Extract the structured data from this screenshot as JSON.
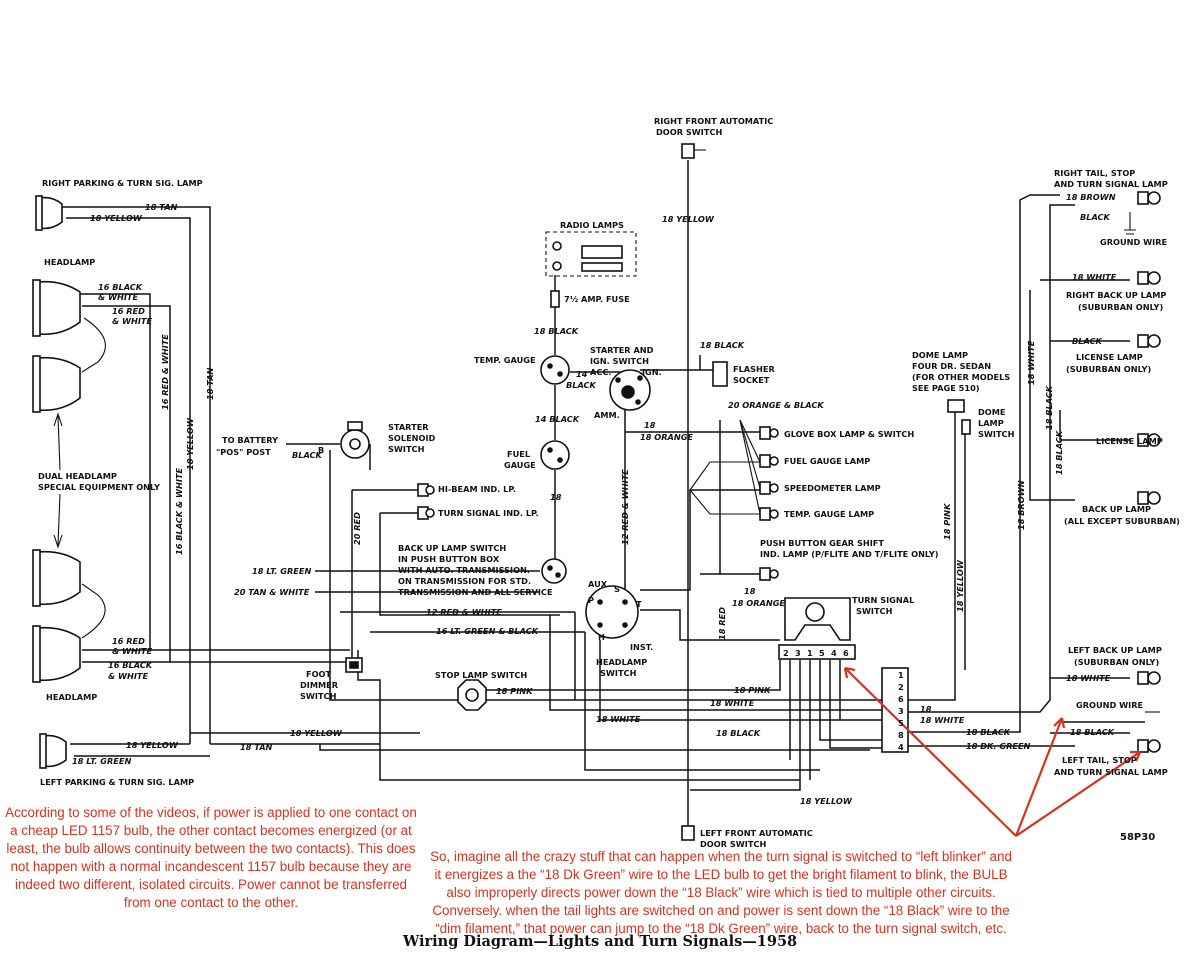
{
  "title": "Wiring Diagram—Lights and Turn Signals—1958",
  "figure_code": "58P30",
  "annotations": {
    "left": "According to some of the videos, if power is applied to one contact on a cheap LED 1157 bulb, the other contact becomes energized (or at least, the bulb allows continuity between the two contacts).  This does not happen with a normal incandescent 1157 bulb because they are indeed two different, isolated circuits.  Power cannot be transferred from one contact to the other.",
    "bottom": "So, imagine all the crazy stuff that can happen when the turn signal is switched to “left blinker” and it energizes a the “18 Dk Green” wire to the LED bulb to get the bright filament to blink, the BULB also improperly directs power down the “18 Black” wire which is tied to multiple other circuits. Conversely. when the tail lights are switched on and power is sent down the  “18 Black” wire to the “dim filament,” that power can jump to the “18 Dk Green” wire, back to the turn signal switch, etc."
  },
  "components": {
    "right_parking": "RIGHT PARKING & TURN SIG. LAMP",
    "headlamp_top": "HEADLAMP",
    "dual_headlamp_1": "DUAL HEADLAMP",
    "dual_headlamp_2": "SPECIAL EQUIPMENT ONLY",
    "headlamp_bottom": "HEADLAMP",
    "left_parking": "LEFT PARKING & TURN SIG. LAMP",
    "to_battery_1": "TO BATTERY",
    "to_battery_2": "\"POS\" POST",
    "starter_solenoid_1": "STARTER",
    "starter_solenoid_2": "SOLENOID",
    "starter_solenoid_3": "SWITCH",
    "hi_beam": "HI-BEAM IND. LP.",
    "turn_signal_ind": "TURN SIGNAL IND. LP.",
    "backup_switch_1": "BACK UP LAMP SWITCH",
    "backup_switch_2": "IN PUSH BUTTON BOX",
    "backup_switch_3": "WITH AUTO. TRANSMISSION.",
    "backup_switch_4": "ON TRANSMISSION FOR STD.",
    "backup_switch_5": "TRANSMISSION AND ALL SERVICE",
    "foot_dimmer_1": "FOOT",
    "foot_dimmer_2": "DIMMER",
    "foot_dimmer_3": "SWITCH",
    "stop_lamp_switch": "STOP LAMP SWITCH",
    "radio_lamps": "RADIO LAMPS",
    "fuse": "7½ AMP. FUSE",
    "temp_gauge": "TEMP. GAUGE",
    "starter_ign_1": "STARTER AND",
    "starter_ign_2": "IGN. SWITCH",
    "acc": "ACC.",
    "ign": "IGN.",
    "amm": "AMM.",
    "fuel_gauge_1": "FUEL",
    "fuel_gauge_2": "GAUGE",
    "aux": "AUX.",
    "inst": "INST.",
    "headlamp_switch_1": "HEADLAMP",
    "headlamp_switch_2": "SWITCH",
    "right_front_door_1": "RIGHT FRONT AUTOMATIC",
    "right_front_door_2": "DOOR SWITCH",
    "flasher_1": "FLASHER",
    "flasher_2": "SOCKET",
    "glove_box": "GLOVE BOX LAMP & SWITCH",
    "fuel_gauge_lamp": "FUEL GAUGE LAMP",
    "speedometer_lamp": "SPEEDOMETER LAMP",
    "temp_gauge_lamp": "TEMP. GAUGE LAMP",
    "push_button_1": "PUSH BUTTON GEAR SHIFT",
    "push_button_2": "IND. LAMP (P/FLITE AND T/FLITE ONLY)",
    "turn_signal_switch_1": "TURN SIGNAL",
    "turn_signal_switch_2": "SWITCH",
    "left_front_door_1": "LEFT FRONT AUTOMATIC",
    "left_front_door_2": "DOOR SWITCH",
    "dome_lamp_1": "DOME LAMP",
    "dome_lamp_2": "FOUR DR. SEDAN",
    "dome_lamp_3": "(FOR OTHER MODELS",
    "dome_lamp_4": "SEE PAGE 510)",
    "dome_switch_1": "DOME",
    "dome_switch_2": "LAMP",
    "dome_switch_3": "SWITCH",
    "right_tail_1": "RIGHT TAIL, STOP",
    "right_tail_2": "AND TURN SIGNAL LAMP",
    "ground_wire_top": "GROUND WIRE",
    "right_backup_1": "RIGHT BACK UP LAMP",
    "right_backup_2": "(SUBURBAN ONLY)",
    "license_sub_1": "LICENSE LAMP",
    "license_sub_2": "(SUBURBAN ONLY)",
    "license_lamp": "LICENSE LAMP",
    "backup_lamp_1": "BACK UP LAMP",
    "backup_lamp_2": "(ALL EXCEPT SUBURBAN)",
    "left_backup_1": "LEFT BACK UP LAMP",
    "left_backup_2": "(SUBURBAN ONLY)",
    "ground_wire_bottom": "GROUND WIRE",
    "left_tail_1": "LEFT TAIL, STOP",
    "left_tail_2": "AND TURN SIGNAL LAMP",
    "p": "P",
    "s": "S",
    "t": "T",
    "h": "H",
    "b": "B"
  },
  "switch_terminals": [
    "2",
    "3",
    "1",
    "5",
    "4",
    "6"
  ],
  "connector_terminals": [
    "1",
    "2",
    "6",
    "3",
    "5",
    "8",
    "4"
  ],
  "wires": {
    "tan_18": "18 TAN",
    "yellow_18": "18 YELLOW",
    "black_16": "16 BLACK",
    "and_white": "& WHITE",
    "red_16": "16 RED",
    "red_white_16": "16 RED & WHITE",
    "yellow_18_v": "18 YELLOW",
    "tan_18_v": "18 TAN",
    "black_white_16": "16 BLACK & WHITE",
    "black_18": "BLACK",
    "red_20": "20 RED",
    "lt_green_18": "18 LT. GREEN",
    "tan_white_20": "20 TAN & WHITE",
    "red_white_12": "12 RED & WHITE",
    "lt_green_black_16": "16 LT. GREEN & BLACK",
    "pink_18": "18 PINK",
    "white_18": "18 WHITE",
    "black_18_full": "18 BLACK",
    "dk_green_18": "18 DK. GREEN",
    "brown_18": "18 BROWN",
    "orange_18": "18 ORANGE",
    "orange_black_20": "20 ORANGE & BLACK",
    "red_white_12_v": "12 RED & WHITE",
    "red_18": "18 RED",
    "num_14": "14",
    "num_18": "18",
    "black_14": "14 BLACK",
    "black_14_only": "BLACK"
  }
}
